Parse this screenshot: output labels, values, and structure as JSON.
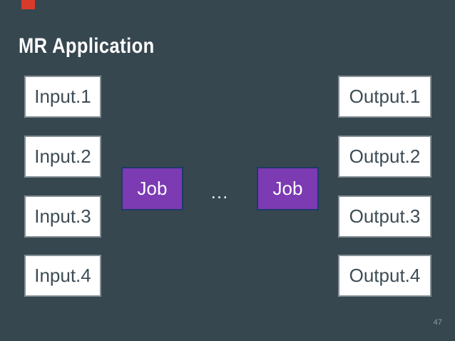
{
  "slide": {
    "title": "MR Application",
    "page_number": "47"
  },
  "diagram": {
    "inputs": [
      "Input.1",
      "Input.2",
      "Input.3",
      "Input.4"
    ],
    "jobs": [
      "Job",
      "Job"
    ],
    "ellipsis": "…",
    "outputs": [
      "Output.1",
      "Output.2",
      "Output.3",
      "Output.4"
    ]
  },
  "colors": {
    "background": "#37474f",
    "box_fill": "#ffffff",
    "box_border": "#848f94",
    "box_text": "#3d4c54",
    "job_fill": "#7c3ab3",
    "job_border": "#1e3a66",
    "job_text": "#ffffff",
    "title_color": "#ffffff",
    "page_number_color": "#8f9ca2",
    "marker_red": "#d93b2b",
    "ellipsis_color": "#e8eef0"
  }
}
